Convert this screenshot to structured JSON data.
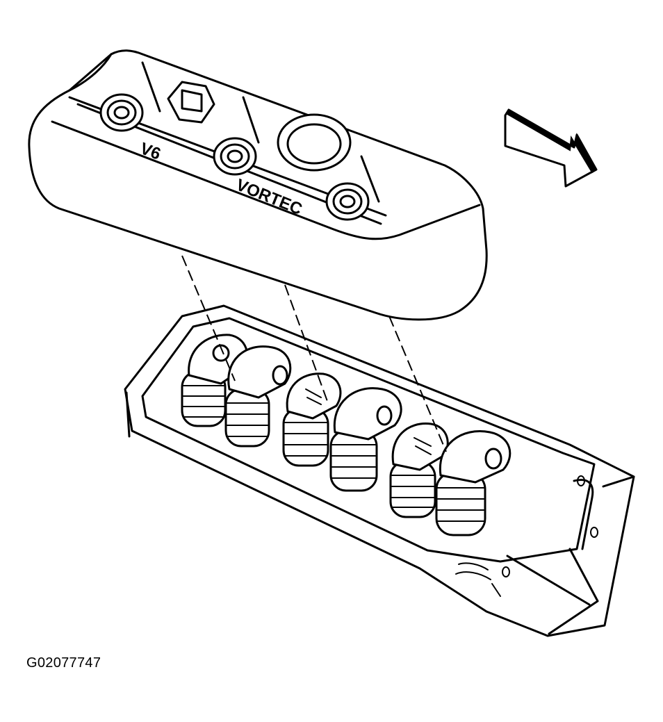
{
  "figure": {
    "id_label": "G02077747",
    "cover_text_1": "V6",
    "cover_text_2": "VORTEC"
  },
  "colors": {
    "ink": "#000000",
    "paper": "#ffffff"
  },
  "icons": {
    "direction": "arrow-icon"
  }
}
